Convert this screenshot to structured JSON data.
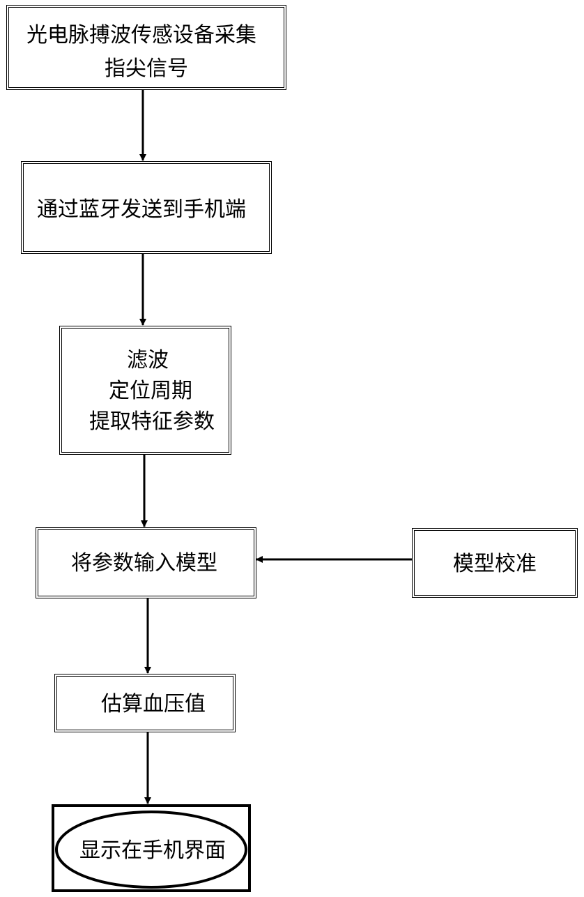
{
  "steps": {
    "acquire": {
      "line1": "光电脉搏波传感设备采集",
      "line2": "指尖信号"
    },
    "bluetooth": {
      "label": "通过蓝牙发送到手机端"
    },
    "process": {
      "line1": "滤波",
      "line2": "定位周期",
      "line3": "提取特征参数"
    },
    "model_input": {
      "label": "将参数输入模型"
    },
    "calibration": {
      "label": "模型校准"
    },
    "estimate": {
      "label": "估算血压值"
    },
    "display": {
      "label": "显示在手机界面"
    }
  }
}
